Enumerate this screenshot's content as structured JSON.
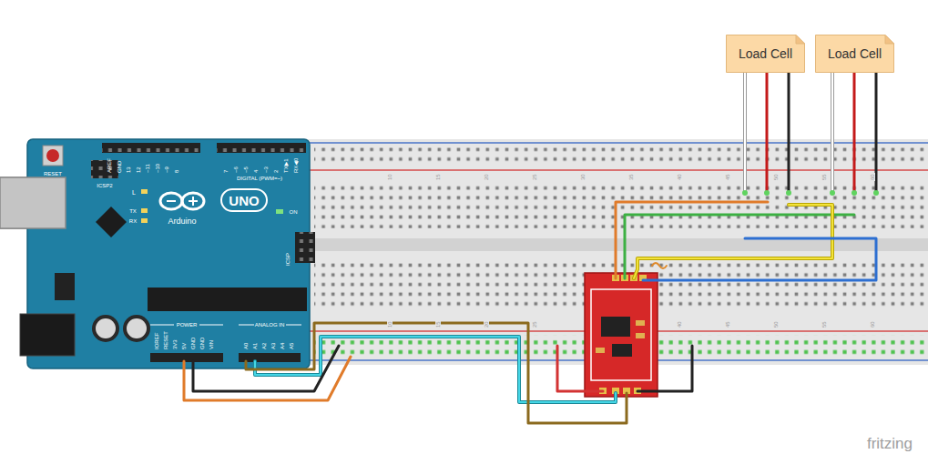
{
  "diagram": {
    "nodes": [
      {
        "text": [
          "Load Cell"
        ]
      },
      {
        "text": [
          "Load Cell"
        ]
      }
    ],
    "labels": [
      "RESET",
      "ICSP2",
      "L",
      "TX",
      "RX",
      "UNO",
      "Arduino",
      "ON",
      "ICSP",
      "DIGITAL (PWM=~)",
      "AREF",
      "GND",
      "13",
      "12",
      "~11",
      "~10",
      "~9",
      "8",
      "7",
      "~6",
      "~5",
      "4",
      "~3",
      "2",
      "TX▶1",
      "RX◀0",
      "IOREF",
      "RESET",
      "3V3",
      "5V",
      "GND",
      "GND",
      "VIN",
      "POWER",
      "A0",
      "A1",
      "A2",
      "A3",
      "A4",
      "A5",
      "ANALOG IN",
      "10",
      "15",
      "20",
      "25",
      "30",
      "35",
      "40",
      "45",
      "50",
      "55",
      "60",
      "10",
      "15",
      "20",
      "25",
      "40",
      "45",
      "50",
      "55",
      "60",
      "fritzing"
    ]
  }
}
